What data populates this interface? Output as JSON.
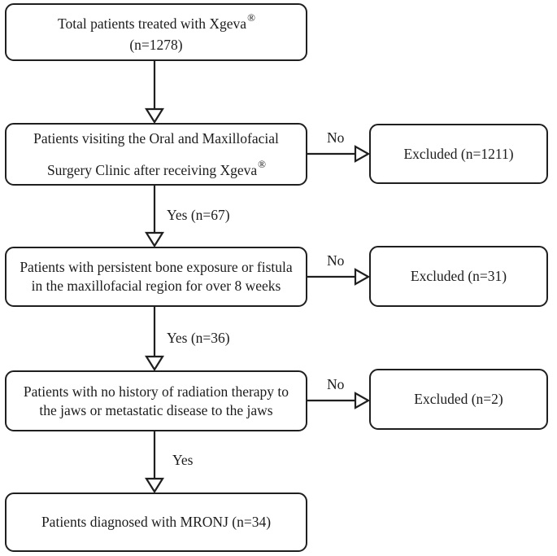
{
  "colors": {
    "line": "#1f1f1f",
    "box_border": "#1f1f1f",
    "box_fill": "#ffffff",
    "text": "#1c1c1c",
    "background": "#ffffff"
  },
  "flow": {
    "step1": {
      "line1": "Total patients treated with Xgeva",
      "registered_mark": "®",
      "line2": "(n=1278)"
    },
    "step2": {
      "line1": "Patients visiting the Oral and Maxillofacial",
      "line2": "Surgery Clinic after receiving Xgeva",
      "registered_mark": "®"
    },
    "step3": {
      "line1": "Patients with persistent bone exposure or fistula",
      "line2": "in the maxillofacial region for over 8 weeks"
    },
    "step4": {
      "line1": "Patients with no history of radiation therapy to",
      "line2": "the jaws or metastatic disease to the jaws"
    },
    "step5": {
      "line1": "Patients diagnosed with MRONJ (n=34)"
    }
  },
  "excluded": [
    {
      "label": "Excluded (n=1211)"
    },
    {
      "label": "Excluded (n=31)"
    },
    {
      "label": "Excluded (n=2)"
    }
  ],
  "branch_labels": {
    "no1": "No",
    "no2": "No",
    "no3": "No",
    "yes1": "Yes (n=67)",
    "yes2": "Yes (n=36)",
    "yes3": "Yes"
  }
}
